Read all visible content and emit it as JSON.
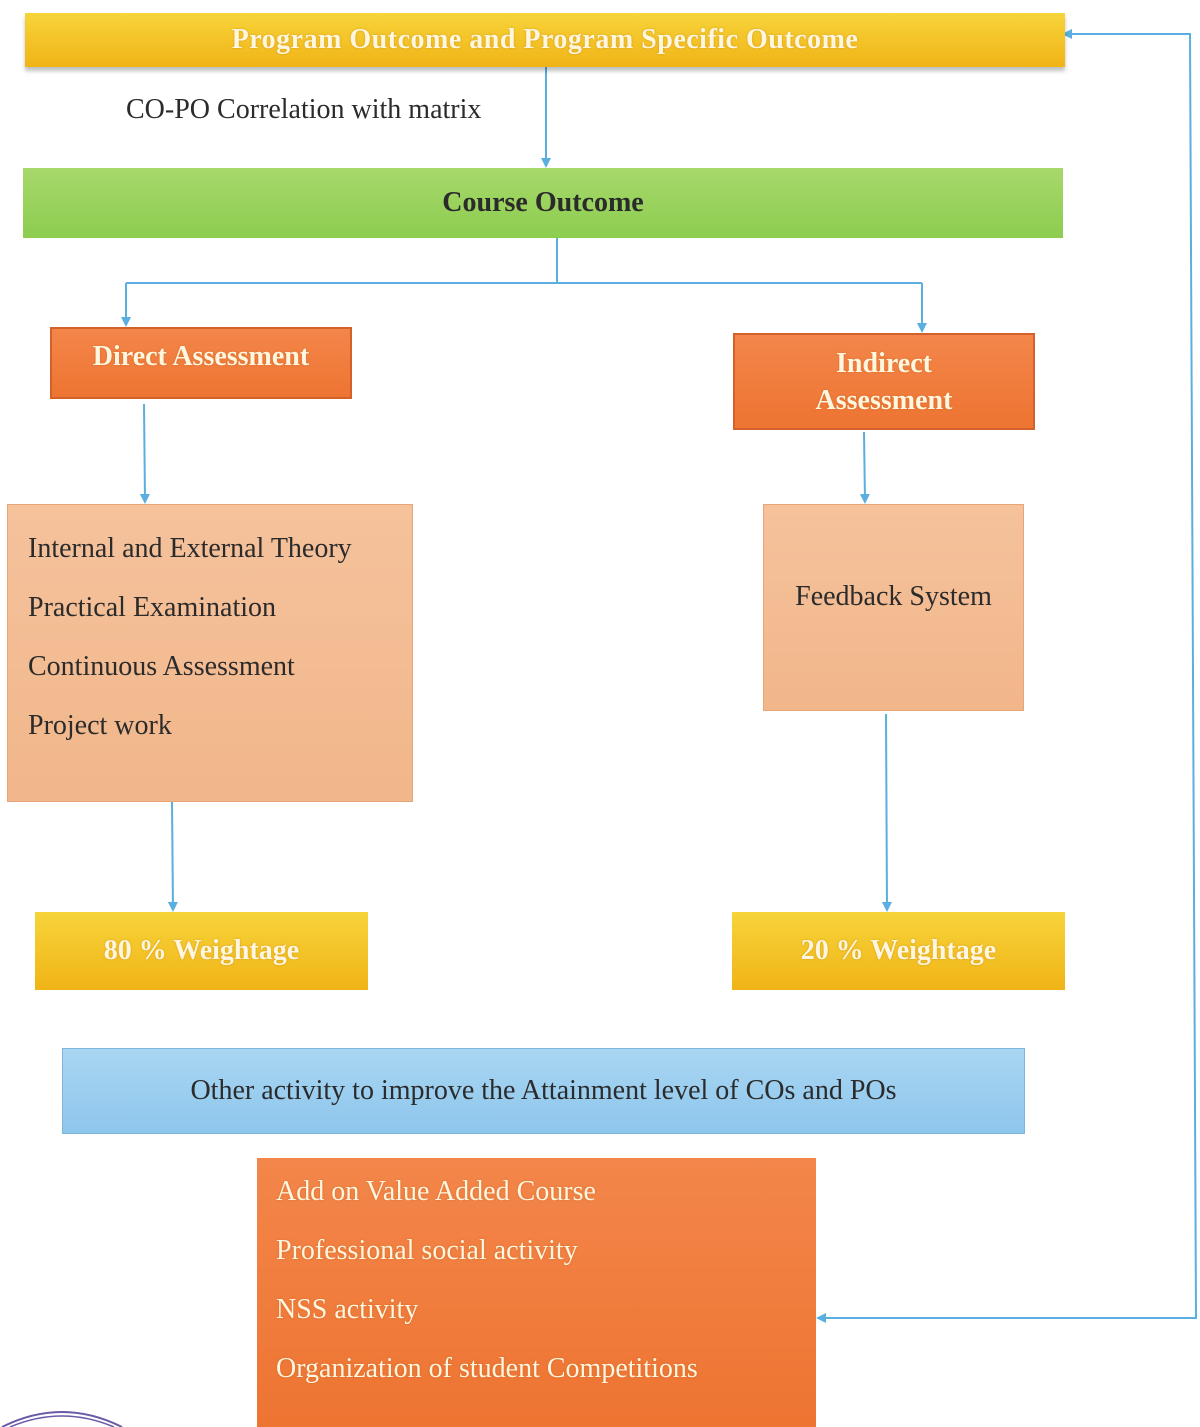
{
  "title": "Program Outcome and Program Specific Outcome",
  "correlation_label": "CO-PO Correlation with matrix",
  "course_outcome": "Course Outcome",
  "direct": {
    "title": "Direct Assessment",
    "items": [
      "Internal and External Theory",
      "Practical Examination",
      "Continuous Assessment",
      "Project work"
    ],
    "weightage": "80 % Weightage"
  },
  "indirect": {
    "title_line1": "Indirect",
    "title_line2": "Assessment",
    "item": "Feedback System",
    "weightage": "20 % Weightage"
  },
  "other_activity": "Other activity to improve the Attainment level of COs and POs",
  "activities": [
    "Add on Value Added Course",
    "Professional social activity",
    "NSS activity",
    "Organization of student Competitions"
  ],
  "colors": {
    "yellow": "#f0b417",
    "green": "#8ccd4f",
    "orange": "#ee7432",
    "peach": "#f1b68a",
    "blue": "#8ec6ec",
    "connector": "#5aaee0"
  }
}
